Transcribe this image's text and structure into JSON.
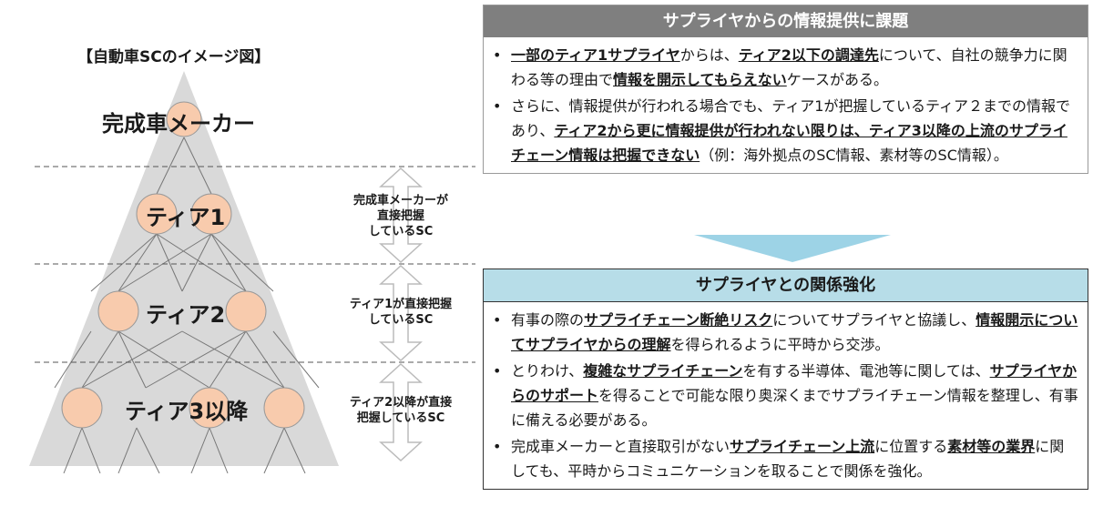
{
  "diagram": {
    "title": "【自動車SCのイメージ図】",
    "levels": [
      "完成車メーカー",
      "ティア1",
      "ティア2",
      "ティア3以降"
    ],
    "side_labels": [
      [
        "完成車メーカーが",
        "直接把握",
        "しているSC"
      ],
      [
        "ティア1が直接把握",
        "しているSC"
      ],
      [
        "ティア2以降が直接",
        "把握しているSC"
      ]
    ],
    "colors": {
      "triangle": "#d9d9d9",
      "node": "#f8cbad",
      "arrow": "#9dd3e6"
    }
  },
  "issue_panel": {
    "header": "サプライヤからの情報提供に課題",
    "bullets": [
      [
        {
          "t": "一部のティア1サプライヤ",
          "b": true
        },
        {
          "t": "からは、",
          "b": false
        },
        {
          "t": "ティア2以下の調達先",
          "b": true
        },
        {
          "t": "について、自社の競争力に関わる等の理由で",
          "b": false
        },
        {
          "t": "情報を開示してもらえない",
          "b": true
        },
        {
          "t": "ケースがある。",
          "b": false
        }
      ],
      [
        {
          "t": "さらに、情報提供が行われる場合でも、ティア1が把握しているティア２までの情報であり、",
          "b": false
        },
        {
          "t": "ティア2から更に情報提供が行われない限りは、ティア3以降の上流のサプライチェーン情報は把握できない",
          "b": true
        },
        {
          "t": "（例：海外拠点のSC情報、素材等のSC情報）。",
          "b": false
        }
      ]
    ]
  },
  "action_panel": {
    "header": "サプライヤとの関係強化",
    "bullets": [
      [
        {
          "t": "有事の際の",
          "b": false
        },
        {
          "t": "サプライチェーン断絶リスク",
          "b": true
        },
        {
          "t": "についてサプライヤと協議し、",
          "b": false
        },
        {
          "t": "情報開示についてサプライヤからの理解",
          "b": true
        },
        {
          "t": "を得られるように平時から交渉。",
          "b": false
        }
      ],
      [
        {
          "t": "とりわけ、",
          "b": false
        },
        {
          "t": "複雑なサプライチェーン",
          "b": true
        },
        {
          "t": "を有する半導体、電池等に関しては、",
          "b": false
        },
        {
          "t": "サプライヤからのサポート",
          "b": true
        },
        {
          "t": "を得ることで可能な限り奥深くまでサプライチェーン情報を整理し、有事に備える必要がある。",
          "b": false
        }
      ],
      [
        {
          "t": "完成車メーカーと直接取引がない",
          "b": false
        },
        {
          "t": "サプライチェーン上流",
          "b": true
        },
        {
          "t": "に位置する",
          "b": false
        },
        {
          "t": "素材等の業界",
          "b": true
        },
        {
          "t": "に関しても、平時からコミュニケーションを取ることで関係を強化。",
          "b": false
        }
      ]
    ]
  }
}
